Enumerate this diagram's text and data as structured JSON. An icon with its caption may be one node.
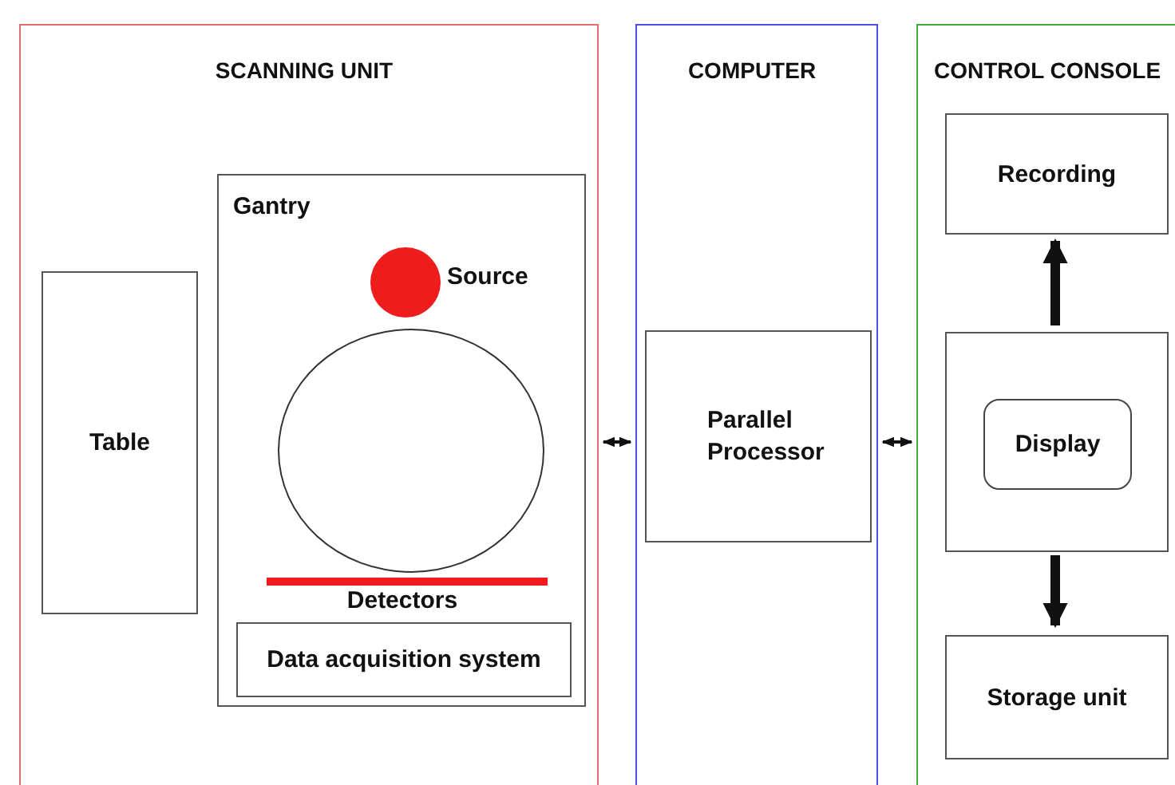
{
  "diagram": {
    "nodes": [
      {
        "text": [
          "SCANNING UNIT"
        ]
      },
      {
        "text": [
          "Table"
        ],
        "in": 0
      },
      {
        "text": [
          "Gantry"
        ],
        "in": 0
      },
      {
        "text": [],
        "shape": "circle",
        "in": 2,
        "beside": [
          "Source"
        ]
      },
      {
        "text": [],
        "shape": "circle",
        "in": 2
      },
      {
        "text": [],
        "shape": "bar",
        "in": 2,
        "beside": [
          "Detectors"
        ]
      },
      {
        "text": [
          "Data acquisition system"
        ],
        "in": 2
      },
      {
        "text": [
          "COMPUTER"
        ]
      },
      {
        "text": [
          "Parallel Processor"
        ],
        "in": 7
      },
      {
        "text": [
          "CONTROL CONSOLE"
        ]
      },
      {
        "text": [
          "Recording"
        ],
        "in": 9
      },
      {
        "text": [],
        "shape": "box",
        "in": 9
      },
      {
        "text": [
          "Display"
        ],
        "in": 11
      },
      {
        "text": [
          "Storage unit"
        ],
        "in": 9
      }
    ],
    "edges": [
      {
        "from": 0,
        "to": 7,
        "arrow": "both"
      },
      {
        "from": 7,
        "to": 9,
        "arrow": "both"
      },
      {
        "from": 11,
        "to": 10,
        "arrow": "to",
        "style": "thick"
      },
      {
        "from": 11,
        "to": 13,
        "arrow": "to",
        "style": "thick"
      }
    ]
  }
}
